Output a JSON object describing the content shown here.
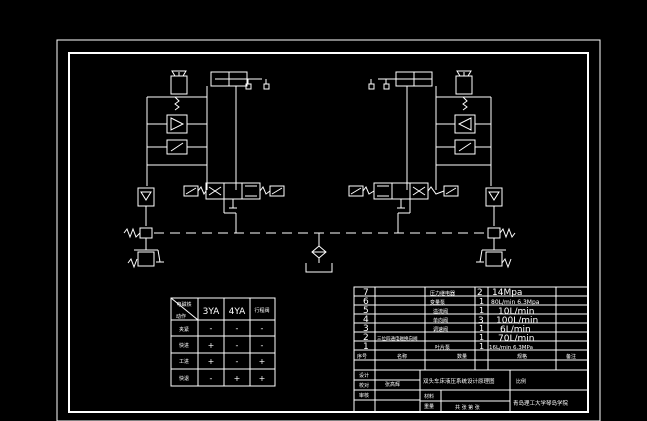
{
  "sequence_table": {
    "corner_top": "电磁铁",
    "corner_bottom": "动作",
    "col_headers": [
      "3YA",
      "4YA",
      "行程阀"
    ],
    "rows": [
      {
        "label": "夹紧",
        "cells": [
          "-",
          "-",
          "-"
        ]
      },
      {
        "label": "快进",
        "cells": [
          "+",
          "-",
          "-"
        ]
      },
      {
        "label": "工进",
        "cells": [
          "+",
          "-",
          "+"
        ]
      },
      {
        "label": "快退",
        "cells": [
          "-",
          "+",
          "+"
        ]
      }
    ]
  },
  "parts_list": {
    "rows": [
      {
        "no": "7",
        "name": "压力继电器",
        "qty": "2",
        "spec": "14Mpa"
      },
      {
        "no": "6",
        "name": "变量泵",
        "qty": "1",
        "spec": "80L/min 6.3Mpa"
      },
      {
        "no": "5",
        "name": "溢流阀",
        "qty": "1",
        "spec": "10L/min"
      },
      {
        "no": "4",
        "name": "单向阀",
        "qty": "3",
        "spec": "100L/min"
      },
      {
        "no": "3",
        "name": "调速阀",
        "qty": "1",
        "spec": "6L/min"
      },
      {
        "no": "2",
        "name": "三位四通电磁换向阀",
        "qty": "1",
        "spec": "70L/min"
      },
      {
        "no": "1",
        "name": "叶片泵",
        "qty": "1",
        "spec": "16L/min 6.3MPa"
      }
    ],
    "header": {
      "no": "序号",
      "name": "名称",
      "qty": "数量",
      "spec": "规格",
      "note": "备注"
    }
  },
  "title_block": {
    "design_label": "设计",
    "designer": "张高辉",
    "check_label": "审核",
    "drawing_title": "双头车床液压系统设计原理图",
    "material_label": "材料",
    "ratio_label": "比例",
    "sheet_label": "共 张 第 张",
    "school": "青岛理工大学琴岛学院",
    "weight_label": "重量",
    "review_label": "校对"
  }
}
